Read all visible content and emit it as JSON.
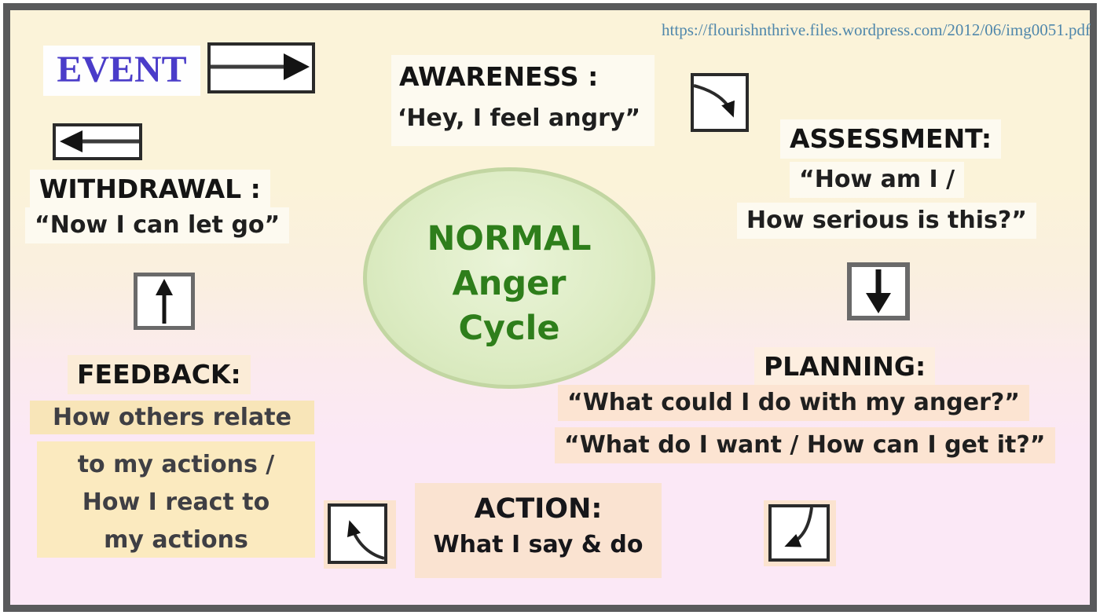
{
  "page": {
    "source_link": "https://flourishnthrive.files.wordpress.com/2012/06/img0051.pdf"
  },
  "center_ellipse": {
    "lines": [
      "NORMAL",
      "Anger",
      "Cycle"
    ],
    "text_color": "#2e7e1b",
    "fill_color": "#ddecc4"
  },
  "stages": {
    "event": {
      "label": "EVENT"
    },
    "awareness": {
      "title": "AWARENESS :",
      "quote": "‘Hey, I feel angry”"
    },
    "assessment": {
      "title": "ASSESSMENT:",
      "quote_line1": "“How am I /",
      "quote_line2": "How serious is this?”"
    },
    "planning": {
      "title": "PLANNING:",
      "quote_line1": "“What could I do with my anger?”",
      "quote_line2": "“What do I want / How can I get it?”"
    },
    "action": {
      "title": "ACTION:",
      "description": "What I say & do"
    },
    "feedback": {
      "title": "FEEDBACK:",
      "line1": "How others relate",
      "line2": "to my actions /",
      "line3": "How I react to",
      "line4": "my actions"
    },
    "withdrawal": {
      "title": "WITHDRAWAL :",
      "quote": "“Now I can let go”"
    }
  },
  "icons": {
    "event_to_awareness": "right-arrow-icon",
    "withdrawal_return": "left-arrow-icon",
    "awareness_to_assessment": "curve-down-right-arrow-icon",
    "assessment_to_planning": "down-arrow-icon",
    "planning_to_action": "curve-down-left-arrow-icon",
    "action_to_feedback": "curve-up-left-arrow-icon",
    "feedback_to_withdrawal": "up-arrow-icon"
  },
  "colors": {
    "background_top": "#fbf3d9",
    "background_bottom": "#fbe8f6",
    "frame_border": "#595a5c",
    "event_blue": "#4a3cc9",
    "link_blue": "#4f87ab",
    "ellipse_green_text": "#2e7e1b",
    "highlight_peach": "#fce4d2",
    "highlight_yellow": "#fbeabf",
    "highlight_tan": "#f8e5b8"
  }
}
